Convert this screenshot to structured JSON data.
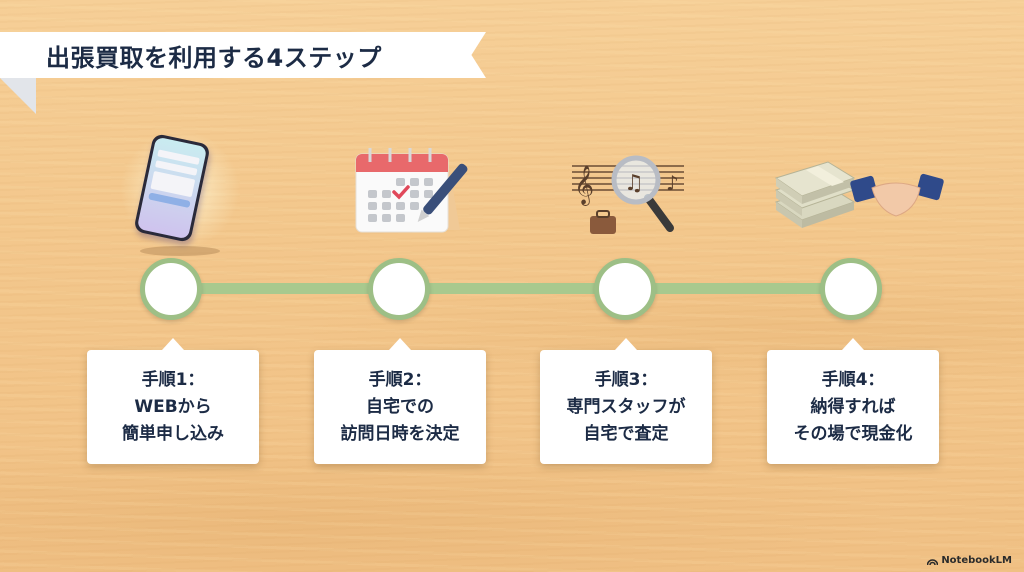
{
  "title": "出張買取を利用する4ステップ",
  "colors": {
    "title_text": "#1c2b45",
    "timeline": "#a8c98e",
    "node_border": "#9dbf86",
    "card_bg": "#ffffff",
    "wood": "#f3c78c"
  },
  "steps": [
    {
      "icon": "smartphone-form-icon",
      "lines": [
        "手順1：",
        "WEBから",
        "簡単申し込み"
      ]
    },
    {
      "icon": "calendar-pen-icon",
      "lines": [
        "手順2：",
        "自宅での",
        "訪問日時を決定"
      ]
    },
    {
      "icon": "magnifier-music-briefcase-icon",
      "lines": [
        "手順3：",
        "専門スタッフが",
        "自宅で査定"
      ]
    },
    {
      "icon": "money-handshake-icon",
      "lines": [
        "手順4：",
        "納得すれば",
        "その場で現金化"
      ]
    }
  ],
  "footer": {
    "brand": "NotebookLM"
  }
}
